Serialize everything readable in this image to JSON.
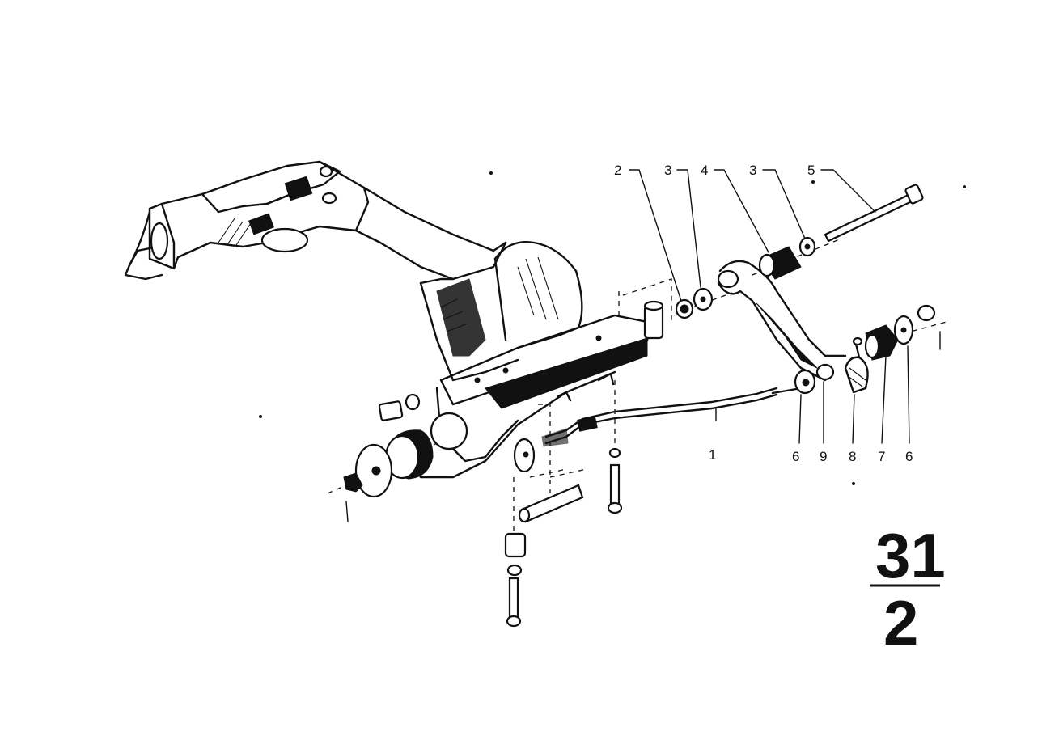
{
  "callouts": [
    {
      "id": "c2a",
      "text": "2"
    },
    {
      "id": "c3a",
      "text": "3"
    },
    {
      "id": "c4",
      "text": "4"
    },
    {
      "id": "c3b",
      "text": "3"
    },
    {
      "id": "c5",
      "text": "5"
    },
    {
      "id": "c1",
      "text": "1"
    },
    {
      "id": "c6a",
      "text": "6"
    },
    {
      "id": "c9",
      "text": "9"
    },
    {
      "id": "c8",
      "text": "8"
    },
    {
      "id": "c7",
      "text": "7"
    },
    {
      "id": "c6b",
      "text": "6"
    }
  ],
  "group": {
    "main": "31",
    "sub": "2"
  },
  "colors": {
    "ink": "#111111",
    "paper": "#ffffff"
  }
}
